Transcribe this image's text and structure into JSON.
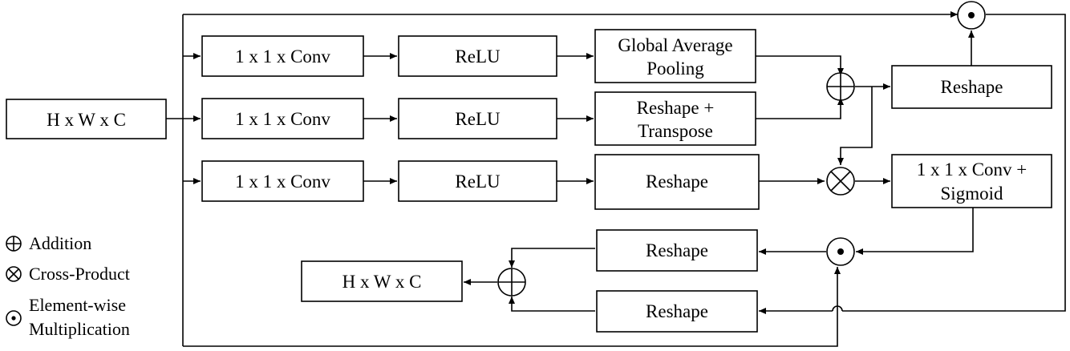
{
  "input_label": "H x W x C",
  "output_label": "H x W x C",
  "branch1": {
    "conv": "1 x 1 x Conv",
    "relu": "ReLU",
    "gap_line1": "Global Average",
    "gap_line2": "Pooling"
  },
  "branch2": {
    "conv": "1 x 1 x Conv",
    "relu": "ReLU",
    "rt_line1": "Reshape +",
    "rt_line2": "Transpose"
  },
  "branch3": {
    "conv": "1 x 1 x Conv",
    "relu": "ReLU",
    "reshape": "Reshape"
  },
  "reshape_top": "Reshape",
  "conv_sigmoid_line1": "1 x 1 x Conv +",
  "conv_sigmoid_line2": "Sigmoid",
  "reshape_mid": "Reshape",
  "reshape_bottom": "Reshape",
  "legend": {
    "addition": "Addition",
    "cross_product": "Cross-Product",
    "elementwise_line1": "Element-wise",
    "elementwise_line2": "Multiplication"
  }
}
